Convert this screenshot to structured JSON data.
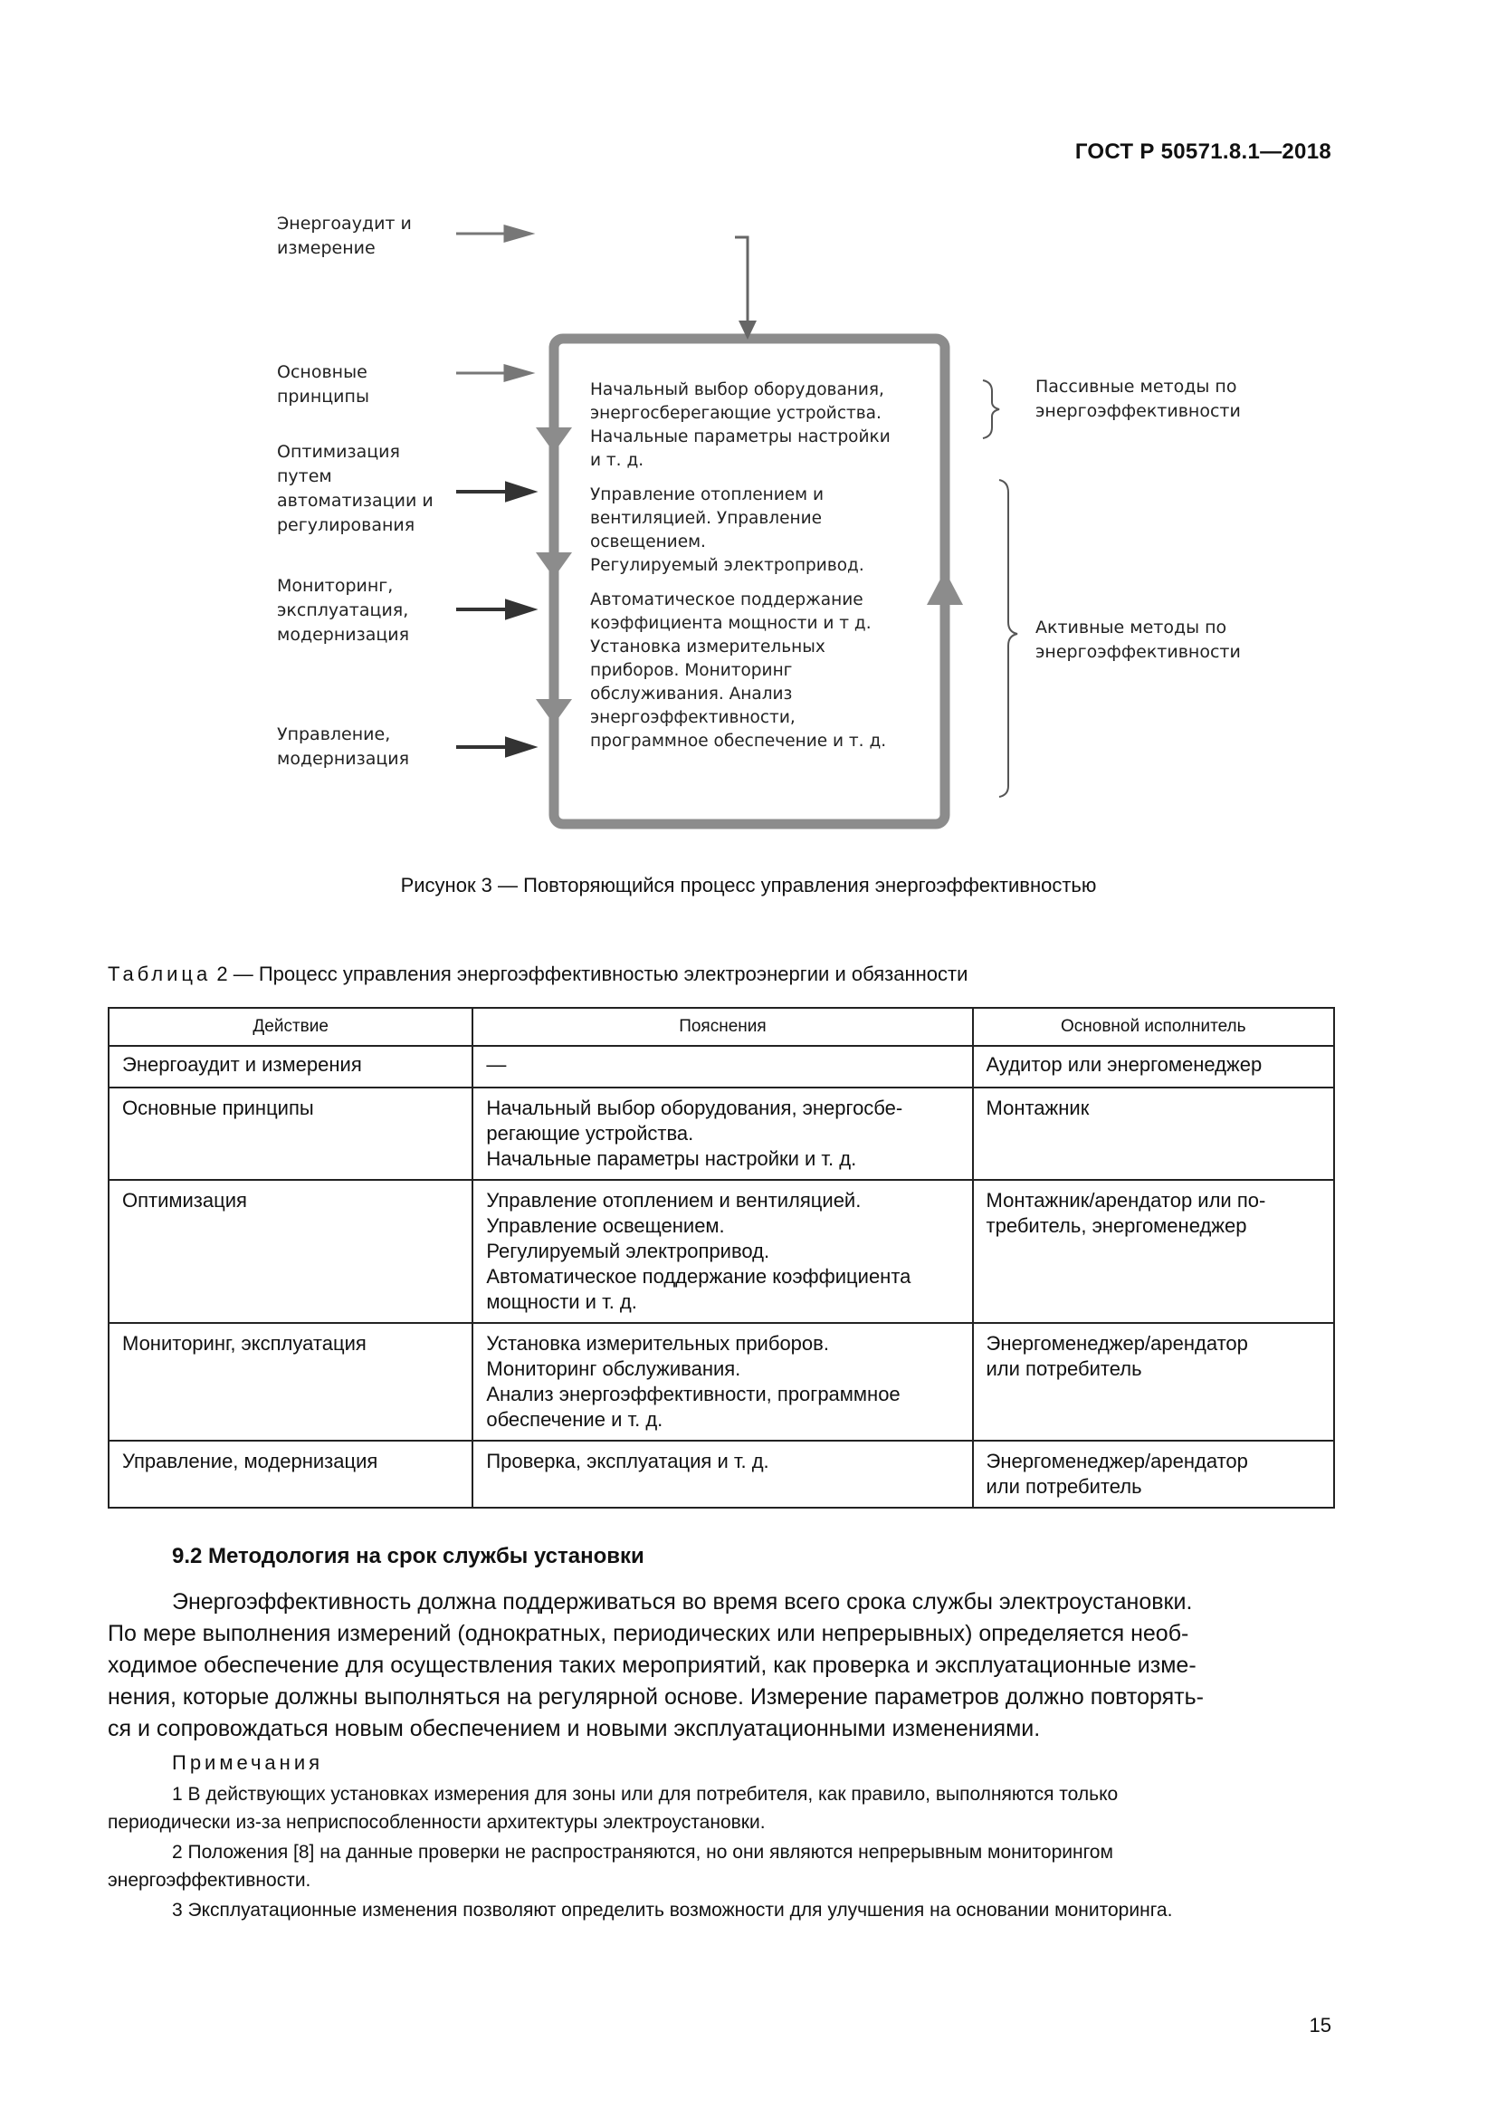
{
  "header": {
    "doc_code": "ГОСТ Р 50571.8.1—2018"
  },
  "figure": {
    "left_labels": [
      [
        "Энергоаудит и",
        "измерение"
      ],
      [
        "Основные",
        "принципы"
      ],
      [
        "Оптимизация",
        "путем",
        "автоматизации и",
        "регулирования"
      ],
      [
        "Мониторинг,",
        "эксплуатация,",
        "модернизация"
      ],
      [
        "Управление,",
        "модернизация"
      ]
    ],
    "box_lines": [
      [
        "Начальный выбор оборудования,",
        "энергосберегающие устройства.",
        "Начальные параметры настройки",
        "и т. д."
      ],
      [
        "Управление отоплением и",
        "вентиляцией. Управление",
        "освещением.",
        "Регулируемый электропривод."
      ],
      [
        "Автоматическое поддержание",
        "коэффициента мощности  и т  д.",
        "Установка измерительных",
        "приборов. Мониторинг",
        "обслуживания. Анализ",
        "энергоэффективности,",
        "программное обеспечение  и т. д."
      ]
    ],
    "passive": [
      "Пассивные методы по",
      "энергоэффективности"
    ],
    "active": [
      "Активные методы по",
      "энергоэффективности"
    ],
    "caption": "Рисунок 3 — Повторяющийся процесс управления энергоэффективностью"
  },
  "table": {
    "title_spaced": "Таблица",
    "title_rest": " 2 — Процесс управления энергоэффективностью электроэнергии и обязанности",
    "headers": [
      "Действие",
      "Пояснения",
      "Основной исполнитель"
    ],
    "rows": [
      {
        "action": "Энергоаудит и измерения",
        "explain": [
          "—"
        ],
        "performer": [
          "Аудитор или энергоменеджер"
        ]
      },
      {
        "action": "Основные принципы",
        "explain": [
          "Начальный выбор оборудования, энергосбе-",
          "регающие устройства.",
          "Начальные параметры настройки и т. д."
        ],
        "performer": [
          "Монтажник"
        ]
      },
      {
        "action": "Оптимизация",
        "explain": [
          "Управление отоплением и вентиляцией.",
          "Управление освещением.",
          "Регулируемый электропривод.",
          "Автоматическое поддержание коэффициента",
          "мощности и т. д."
        ],
        "performer": [
          "Монтажник/арендатор или по-",
          "требитель, энергоменеджер"
        ]
      },
      {
        "action": "Мониторинг, эксплуатация",
        "explain": [
          "Установка измерительных приборов.",
          "Мониторинг обслуживания.",
          "Анализ энергоэффективности, программное",
          "обеспечение и т. д."
        ],
        "performer": [
          "Энергоменеджер/арендатор",
          "или потребитель"
        ]
      },
      {
        "action": "Управление, модернизация",
        "explain": [
          "Проверка, эксплуатация и т. д."
        ],
        "performer": [
          "Энергоменеджер/арендатор",
          "или потребитель"
        ]
      }
    ]
  },
  "section": {
    "title": "9.2 Методология на срок службы установки",
    "para_lines": [
      "Энергоэффективность должна поддерживаться во время всего срока службы электроустановки.",
      "По мере выполнения измерений (однократных, периодических или непрерывных) определяется необ-",
      "ходимое обеспечение для осуществления таких мероприятий, как проверка и эксплуатационные изме-",
      "нения, которые должны выполняться на регулярной основе. Измерение параметров должно повторять-",
      "ся и сопровождаться новым обеспечением и новыми эксплуатационными изменениями."
    ],
    "notes_head": "Примечания",
    "notes": [
      [
        "1 В действующих установках измерения для зоны или для потребителя, как правило, выполняются только",
        "периодически из-за неприспособленности архитектуры электроустановки."
      ],
      [
        "2 Положения [8] на данные проверки не распространяются, но они являются непрерывным мониторингом",
        "энергоэффективности."
      ],
      [
        "3 Эксплуатационные изменения позволяют определить возможности для улучшения на основании мониторинга."
      ]
    ]
  },
  "page_number": "15"
}
